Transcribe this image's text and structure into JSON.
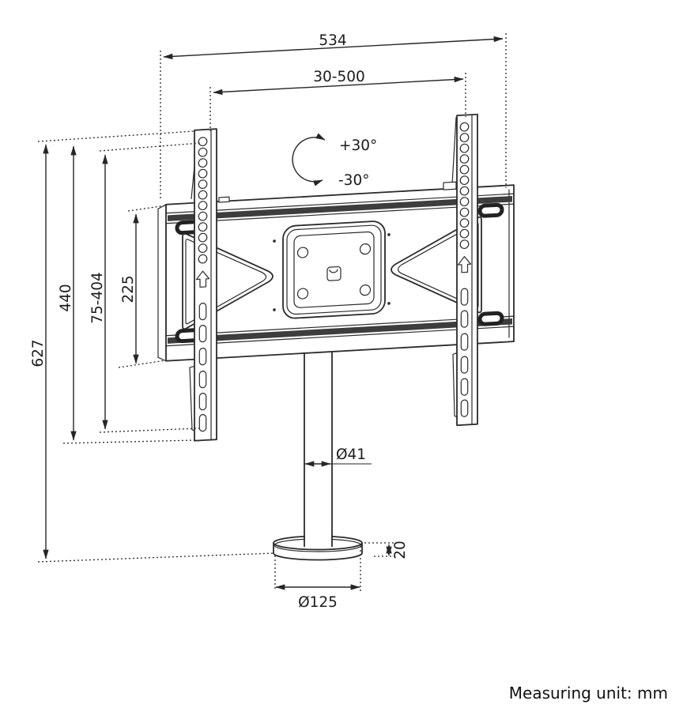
{
  "drawing": {
    "type": "technical-dimension-diagram",
    "subject": "TV desk-stand mount, rear view with pole and round base",
    "line_color": "#262626",
    "background_color": "#ffffff"
  },
  "dimensions": {
    "overall_width": "534",
    "slide_width_range": "30-500",
    "rotation_plus": "+30°",
    "rotation_minus": "-30°",
    "overall_height": "627",
    "bracket_total_height": "440",
    "vesa_height_range": "75-404",
    "plate_height": "225",
    "pole_diameter": "Ø41",
    "base_thickness": "20",
    "base_diameter": "Ø125"
  },
  "footer": {
    "measuring_unit_label": "Measuring unit: mm"
  }
}
